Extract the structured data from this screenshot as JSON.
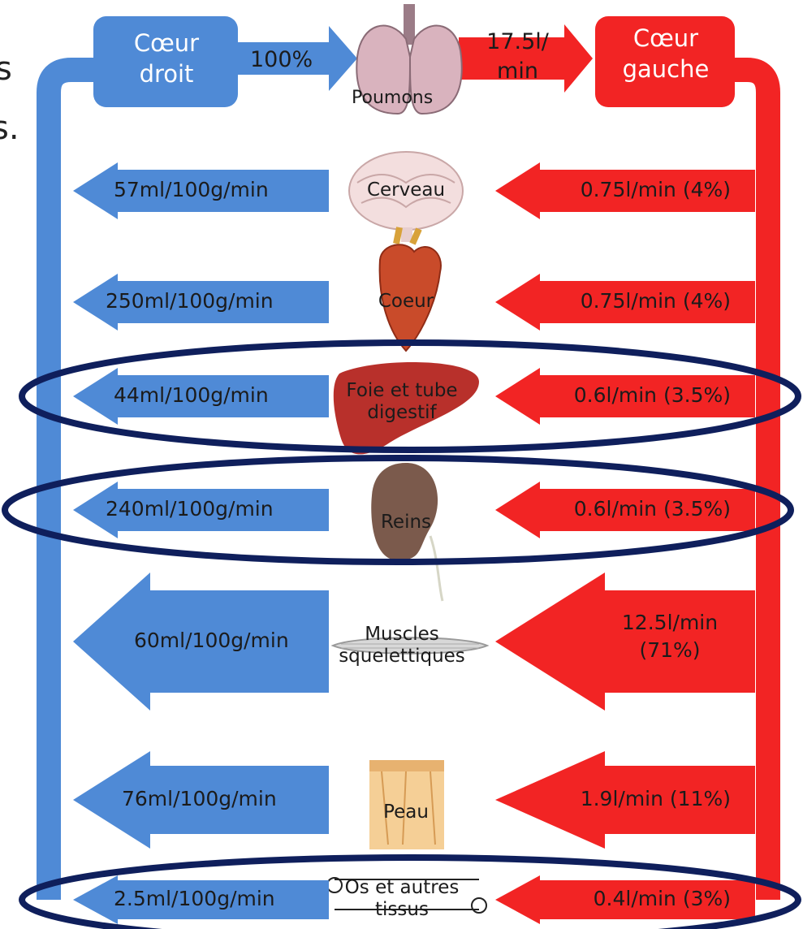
{
  "edge_fragments": [
    "s",
    "s."
  ],
  "top": {
    "right_heart": "Cœur droit",
    "left_heart": "Cœur gauche",
    "pulmonary_share": "100%",
    "pulmonary_flow": "17.5l/ min",
    "lungs": "Poumons"
  },
  "colors": {
    "venous": "#4f8ad6",
    "arterial": "#f22424",
    "highlight_ring": "#0f1f5c"
  },
  "organs": [
    {
      "name": "Cerveau",
      "venous_label": "57ml/100g/min",
      "arterial_label": "0.75l/min (4%)",
      "arterial_share": 4,
      "highlighted": false,
      "icon": "brain-icon"
    },
    {
      "name": "Coeur",
      "venous_label": "250ml/100g/min",
      "arterial_label": "0.75l/min (4%)",
      "arterial_share": 4,
      "highlighted": false,
      "icon": "heart-icon"
    },
    {
      "name": "Foie et tube digestif",
      "venous_label": "44ml/100g/min",
      "arterial_label": "0.6l/min (3.5%)",
      "arterial_share": 3.5,
      "highlighted": true,
      "icon": "liver-icon"
    },
    {
      "name": "Reins",
      "venous_label": "240ml/100g/min",
      "arterial_label": "0.6l/min (3.5%)",
      "arterial_share": 3.5,
      "highlighted": true,
      "icon": "kidney-icon"
    },
    {
      "name": "Muscles squelettiques",
      "venous_label": "60ml/100g/min",
      "arterial_label": "12.5l/min (71%)",
      "arterial_share": 71,
      "highlighted": false,
      "icon": "muscle-icon"
    },
    {
      "name": "Peau",
      "venous_label": "76ml/100g/min",
      "arterial_label": "1.9l/min (11%)",
      "arterial_share": 11,
      "highlighted": false,
      "icon": "skin-icon"
    },
    {
      "name": "Os et autres tissus",
      "venous_label": "2.5ml/100g/min",
      "arterial_label": "0.4l/min (3%)",
      "arterial_share": 3,
      "highlighted": true,
      "icon": "bone-icon"
    }
  ]
}
